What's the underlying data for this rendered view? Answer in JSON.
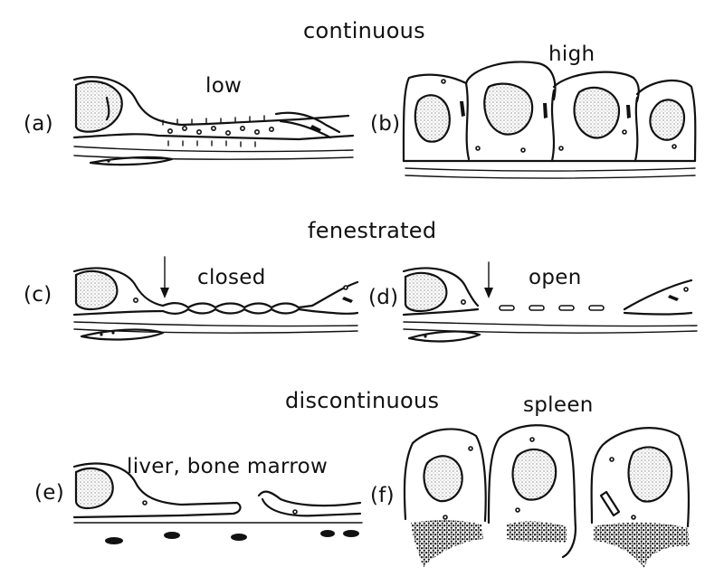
{
  "figure": {
    "continuous_title": "continuous",
    "fenestrated_title": "fenestrated",
    "discontinuous_title": "discontinuous",
    "panels": {
      "a": {
        "letter": "(a)",
        "label": "low"
      },
      "b": {
        "letter": "(b)",
        "label": "high"
      },
      "c": {
        "letter": "(c)",
        "label": "closed"
      },
      "d": {
        "letter": "(d)",
        "label": "open"
      },
      "e": {
        "letter": "(e)",
        "label": "liver, bone marrow"
      },
      "f": {
        "letter": "(f)",
        "label": "spleen"
      }
    }
  }
}
